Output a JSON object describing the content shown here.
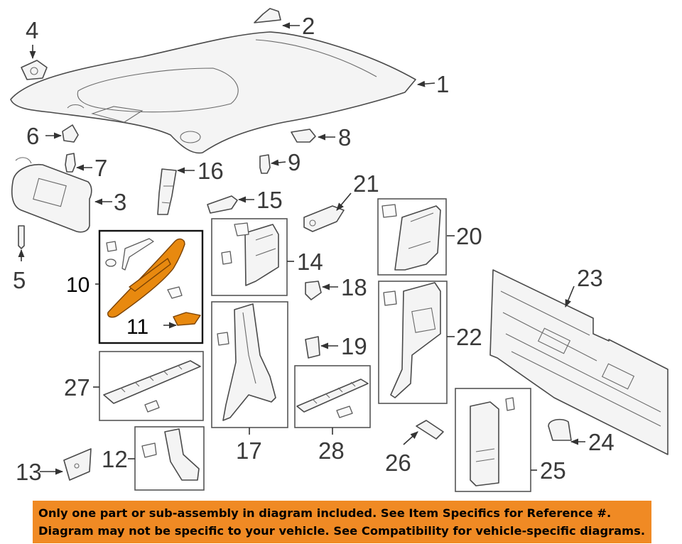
{
  "callouts": {
    "c1": "1",
    "c2": "2",
    "c3": "3",
    "c4": "4",
    "c5": "5",
    "c6": "6",
    "c7": "7",
    "c8": "8",
    "c9": "9",
    "c10": "10",
    "c11": "11",
    "c12": "12",
    "c13": "13",
    "c14": "14",
    "c15": "15",
    "c16": "16",
    "c17": "17",
    "c18": "18",
    "c19": "19",
    "c20": "20",
    "c21": "21",
    "c22": "22",
    "c23": "23",
    "c24": "24",
    "c25": "25",
    "c26": "26",
    "c27": "27",
    "c28": "28"
  },
  "banner": {
    "line1": "Only one part or sub-assembly in diagram included. See Item Specifics for Reference #.",
    "line2": "Diagram may not be specific to your vehicle. See Compatibility for vehicle-specific diagrams."
  },
  "colors": {
    "highlight": "#e8890f",
    "banner": "#f08a24"
  }
}
